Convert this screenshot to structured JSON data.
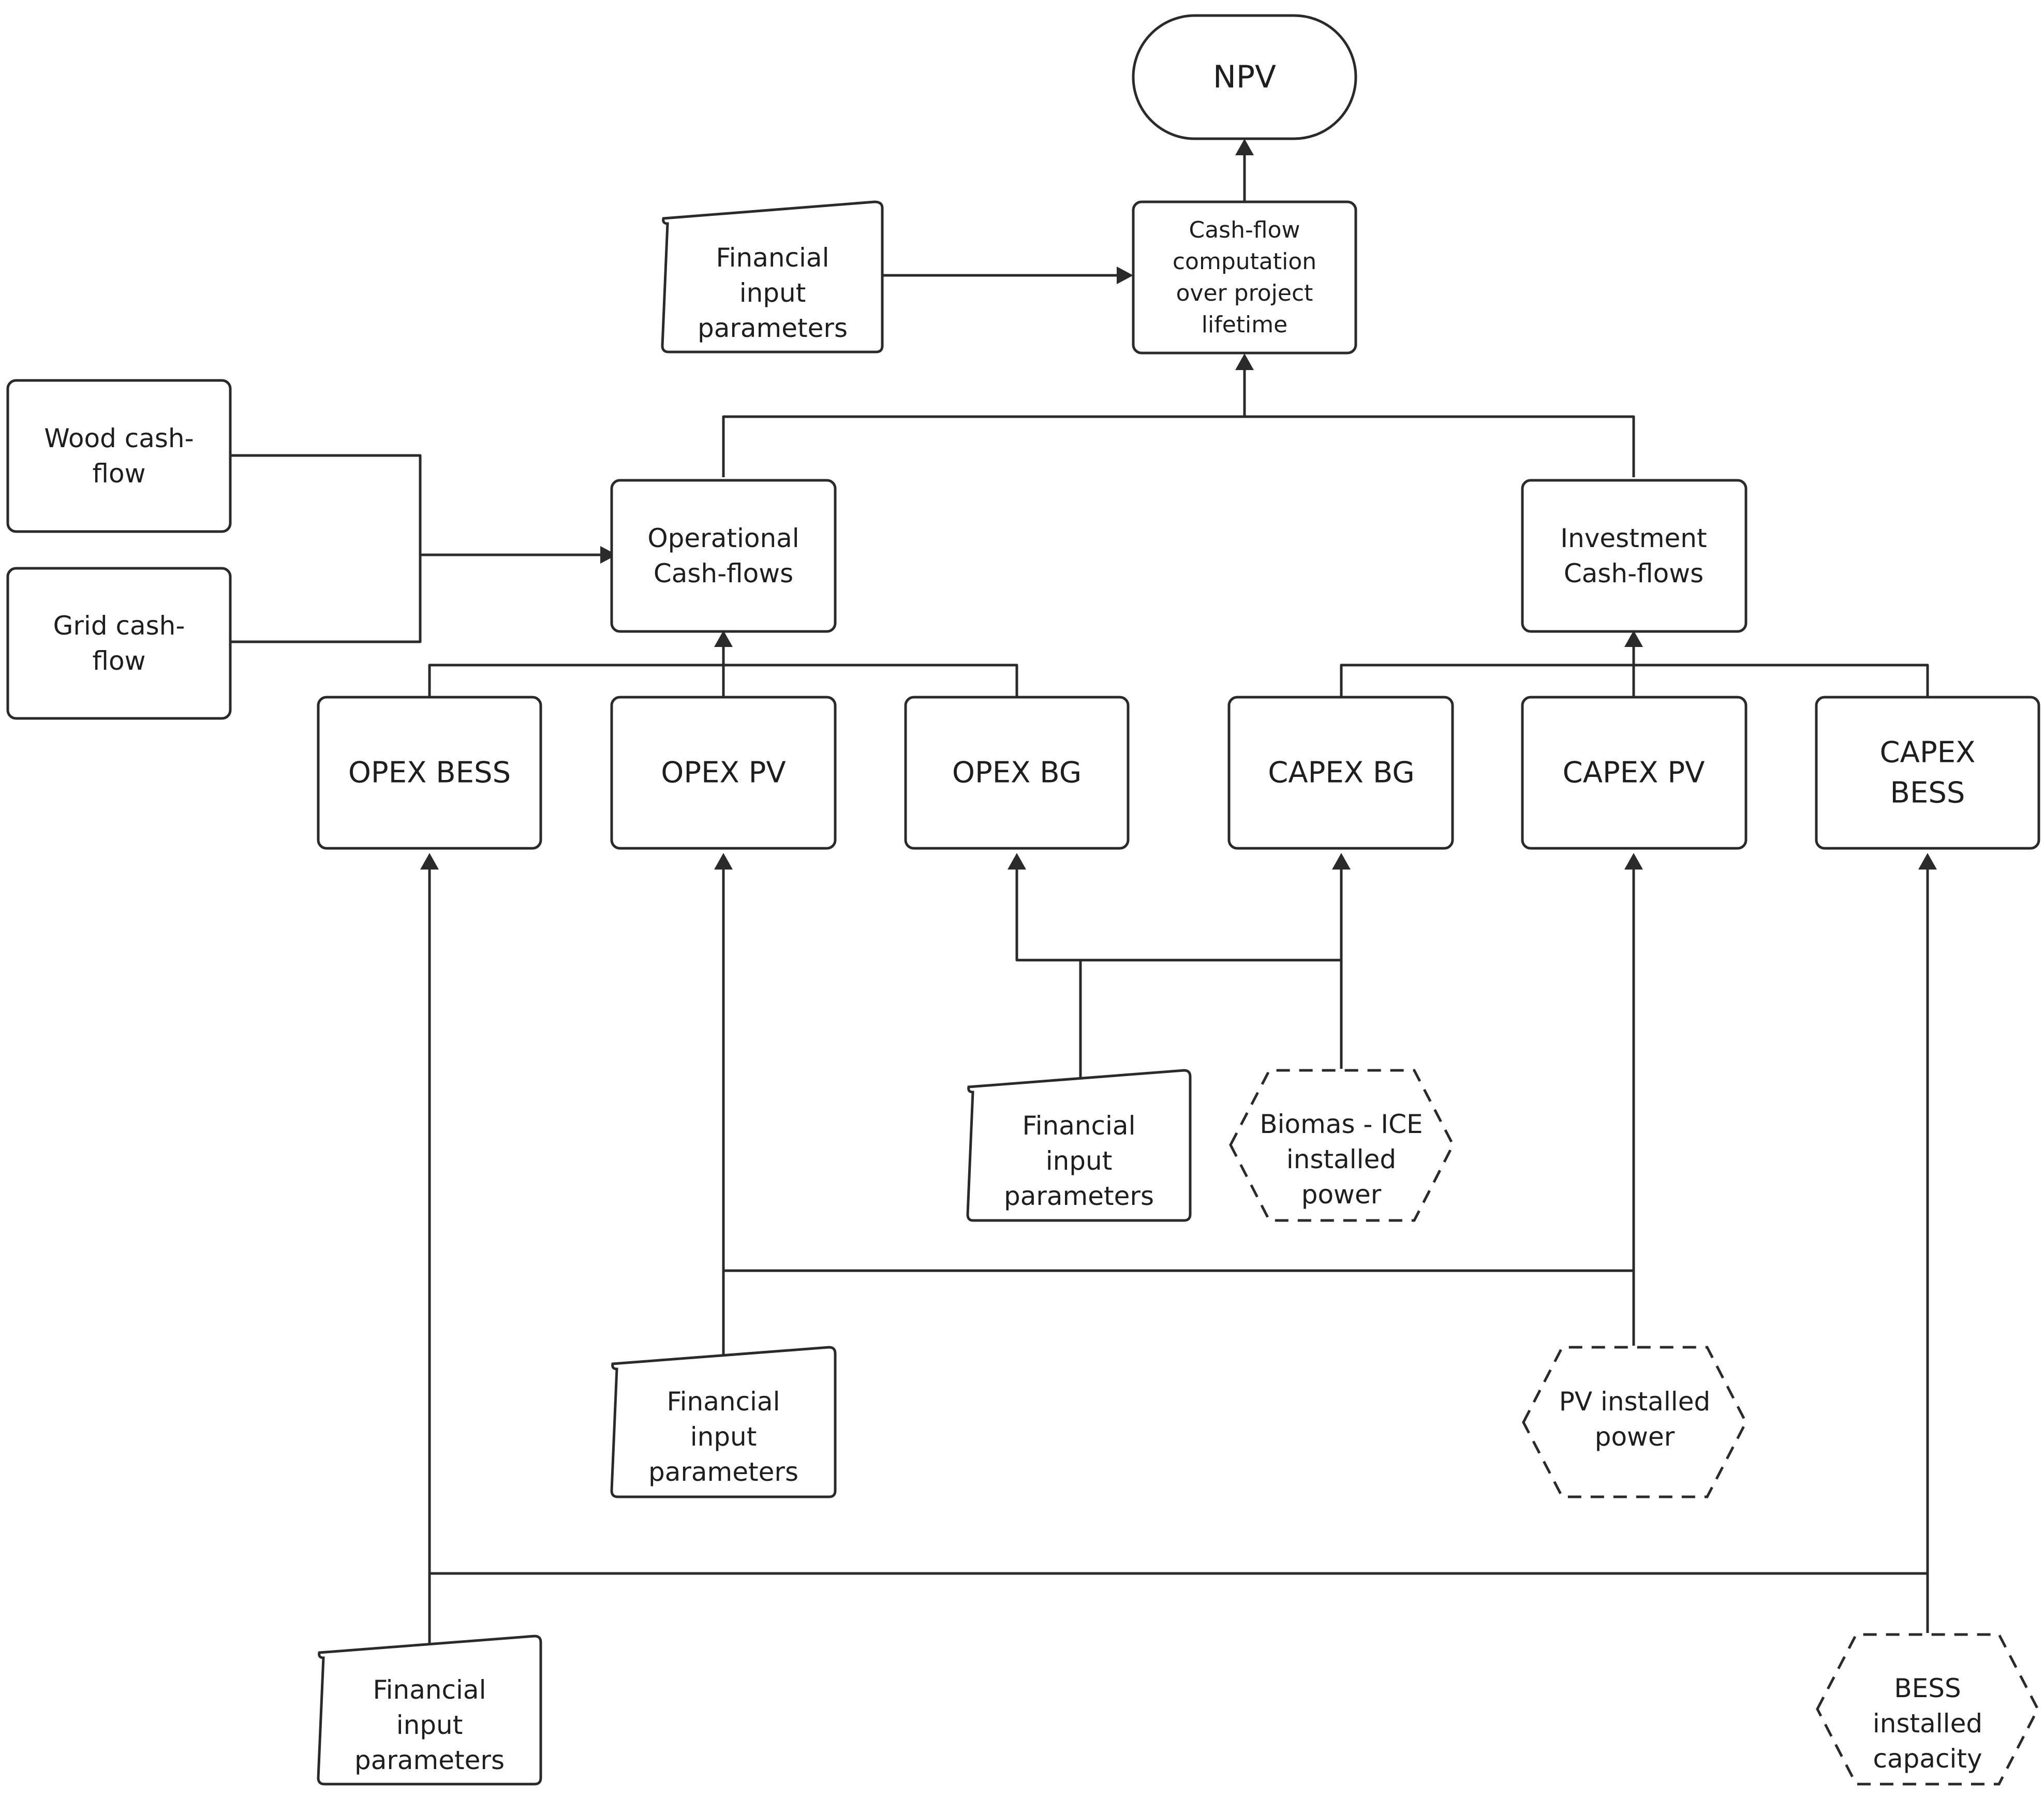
{
  "nodes": {
    "npv": {
      "lines": [
        "NPV"
      ]
    },
    "cashflow_computation": {
      "lines": [
        "Cash-flow",
        "computation",
        "over project",
        "lifetime"
      ]
    },
    "financial_input_top": {
      "lines": [
        "Financial",
        "input",
        "parameters"
      ]
    },
    "wood_cash_flow": {
      "lines": [
        "Wood cash-",
        "flow"
      ]
    },
    "grid_cash_flow": {
      "lines": [
        "Grid cash-",
        "flow"
      ]
    },
    "operational_cash_flows": {
      "lines": [
        "Operational",
        "Cash-flows"
      ]
    },
    "investment_cash_flows": {
      "lines": [
        "Investment",
        "Cash-flows"
      ]
    },
    "opex_bess": {
      "lines": [
        "OPEX BESS"
      ]
    },
    "opex_pv": {
      "lines": [
        "OPEX PV"
      ]
    },
    "opex_bg": {
      "lines": [
        "OPEX BG"
      ]
    },
    "capex_bg": {
      "lines": [
        "CAPEX BG"
      ]
    },
    "capex_pv": {
      "lines": [
        "CAPEX PV"
      ]
    },
    "capex_bess": {
      "lines": [
        "CAPEX",
        "BESS"
      ]
    },
    "financial_input_bg": {
      "lines": [
        "Financial",
        "input",
        "parameters"
      ]
    },
    "biomass_ice_power": {
      "lines": [
        "Biomas - ICE",
        "installed",
        "power"
      ]
    },
    "financial_input_pv": {
      "lines": [
        "Financial",
        "input",
        "parameters"
      ]
    },
    "pv_installed_power": {
      "lines": [
        "PV installed",
        "power"
      ]
    },
    "financial_input_bess": {
      "lines": [
        "Financial",
        "input",
        "parameters"
      ]
    },
    "bess_installed_capacity": {
      "lines": [
        "BESS",
        "installed",
        "capacity"
      ]
    }
  }
}
